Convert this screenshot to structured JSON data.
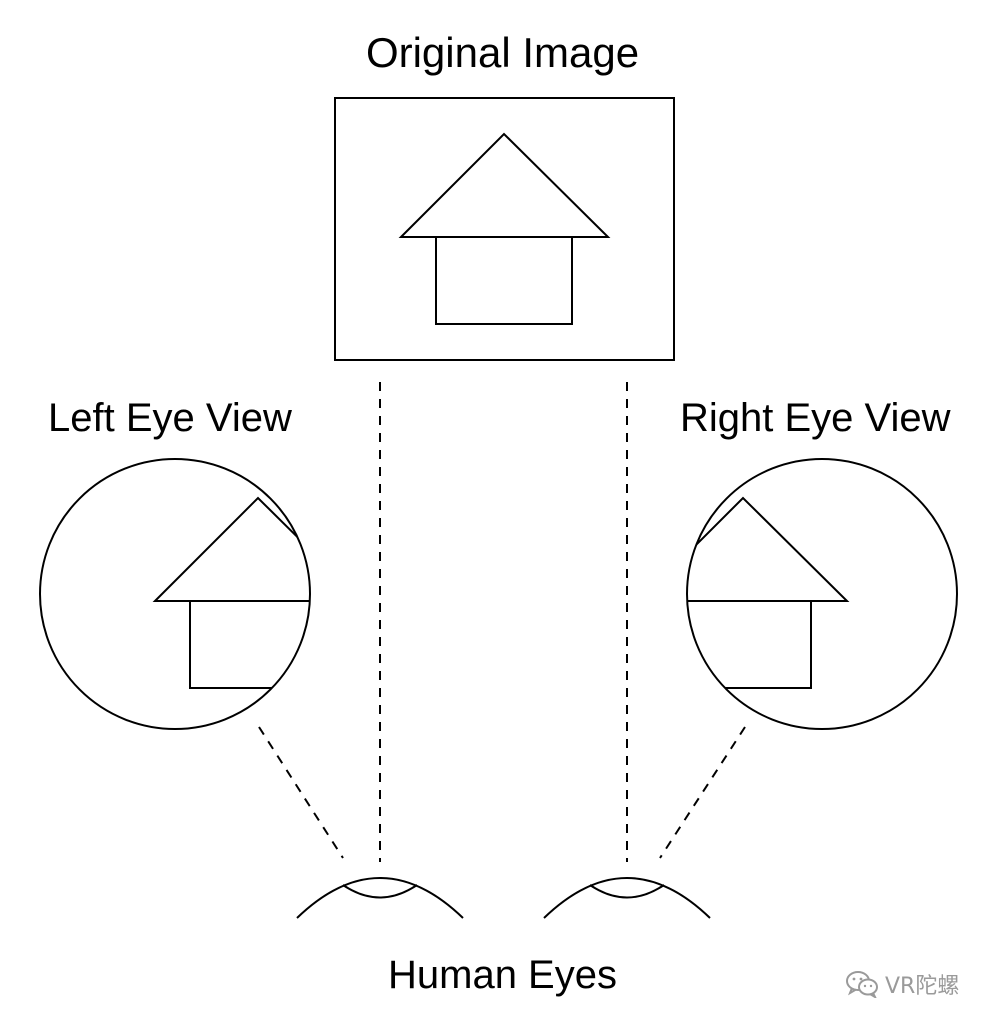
{
  "labels": {
    "original": "Original Image",
    "left": "Left Eye View",
    "right": "Right Eye View",
    "eyes": "Human Eyes"
  },
  "watermark": {
    "text": "VR陀螺",
    "icon": "wechat-icon"
  },
  "colors": {
    "stroke": "#000000",
    "background": "#ffffff",
    "watermark": "#9a9a9a"
  }
}
